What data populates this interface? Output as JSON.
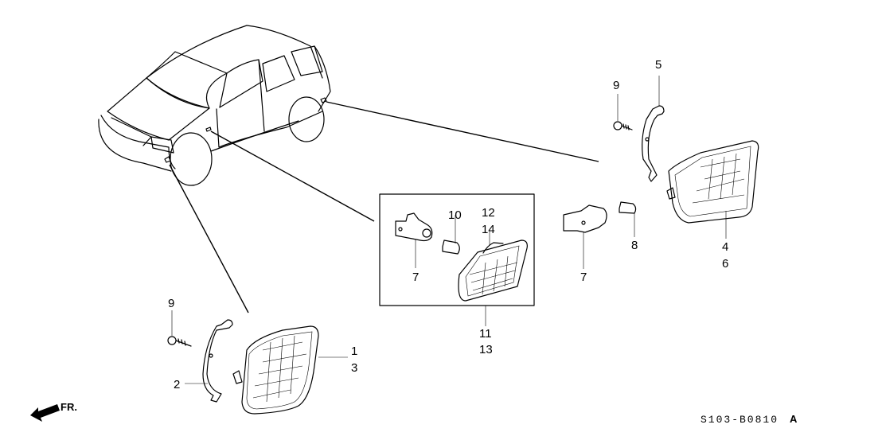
{
  "diagram": {
    "type": "exploded-parts-diagram",
    "subject": "Side marker / turn signal lights",
    "drawing_code": "S103-B0810",
    "drawing_code_suffix": "A",
    "direction_indicator": "FR.",
    "callouts": {
      "rear_screw": "9",
      "rear_bracket": "5",
      "rear_lens_a": "4",
      "rear_lens_b": "6",
      "rear_bulb": "8",
      "rear_socket": "7",
      "side_socket": "7",
      "side_bulb": "10",
      "side_marker_top_a": "12",
      "side_marker_top_b": "14",
      "side_marker_bottom_a": "11",
      "side_marker_bottom_b": "13",
      "front_screw": "9",
      "front_bracket": "2",
      "front_lens_a": "1",
      "front_lens_b": "3"
    }
  }
}
